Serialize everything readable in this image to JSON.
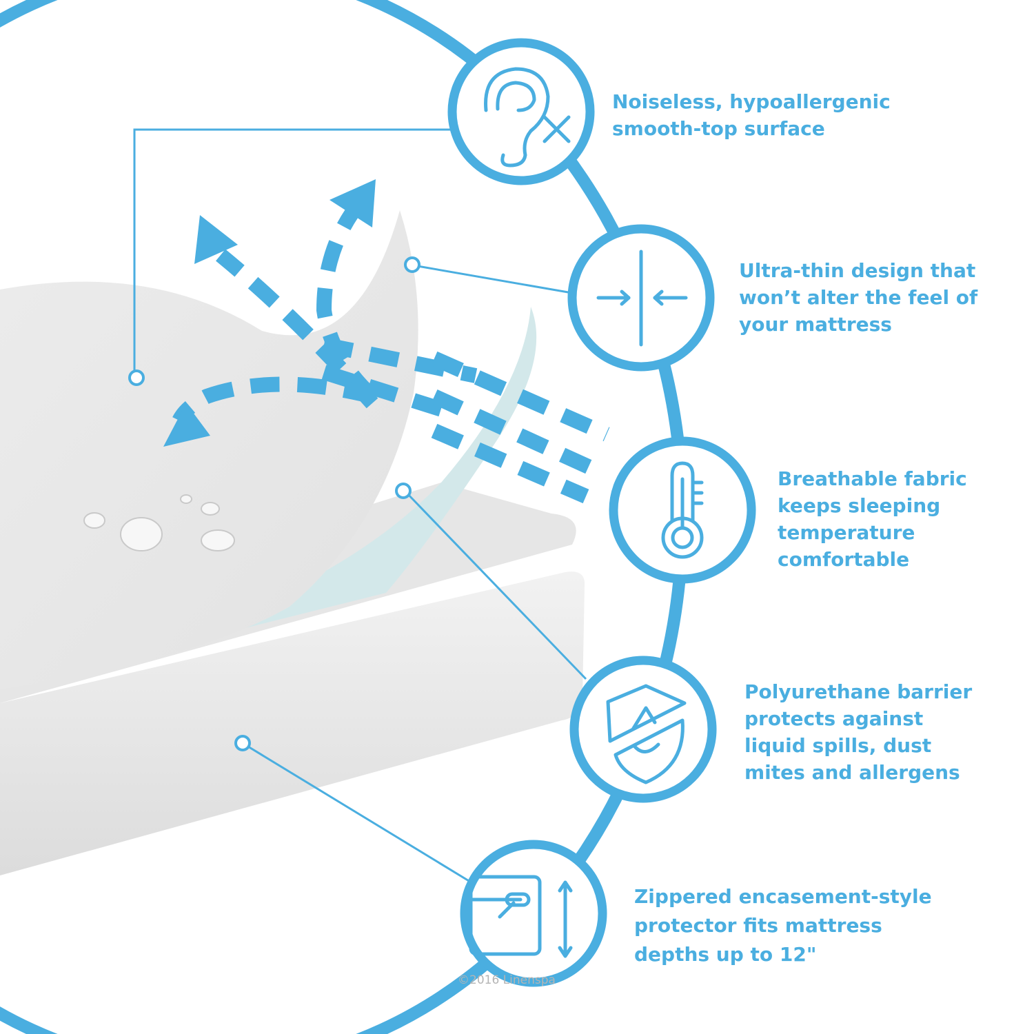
{
  "accent_color": "#4aaee0",
  "features": [
    {
      "icon": "ear-mute-icon",
      "lines": [
        "Noiseless, hypoallergenic",
        "smooth-top surface"
      ]
    },
    {
      "icon": "thin-layer-arrows-icon",
      "lines": [
        "Ultra-thin design that",
        "won’t alter the feel of",
        "your mattress"
      ]
    },
    {
      "icon": "thermometer-icon",
      "lines": [
        "Breathable fabric",
        "keeps sleeping",
        "temperature",
        "comfortable"
      ]
    },
    {
      "icon": "shield-droplet-icon",
      "lines": [
        "Polyurethane barrier",
        "protects against",
        "liquid spills, dust",
        "mites and allergens"
      ]
    },
    {
      "icon": "zipper-depth-icon",
      "lines": [
        "Zippered encasement-style",
        "protector fits mattress",
        "depths up to 12\""
      ]
    }
  ],
  "copyright": "©2016 Linenspa"
}
